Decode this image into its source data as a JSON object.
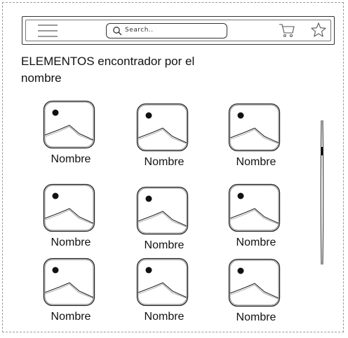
{
  "header": {
    "search_placeholder": "Search..",
    "menu_icon": "hamburger-menu-icon",
    "cart_icon": "shopping-cart-icon",
    "favorites_icon": "star-icon"
  },
  "main": {
    "heading": "ELEMENTOS encontrador por el nombre",
    "items": [
      {
        "label": "Nombre"
      },
      {
        "label": "Nombre"
      },
      {
        "label": "Nombre"
      },
      {
        "label": "Nombre"
      },
      {
        "label": "Nombre"
      },
      {
        "label": "Nombre"
      },
      {
        "label": "Nombre"
      },
      {
        "label": "Nombre"
      },
      {
        "label": "Nombre"
      }
    ]
  }
}
